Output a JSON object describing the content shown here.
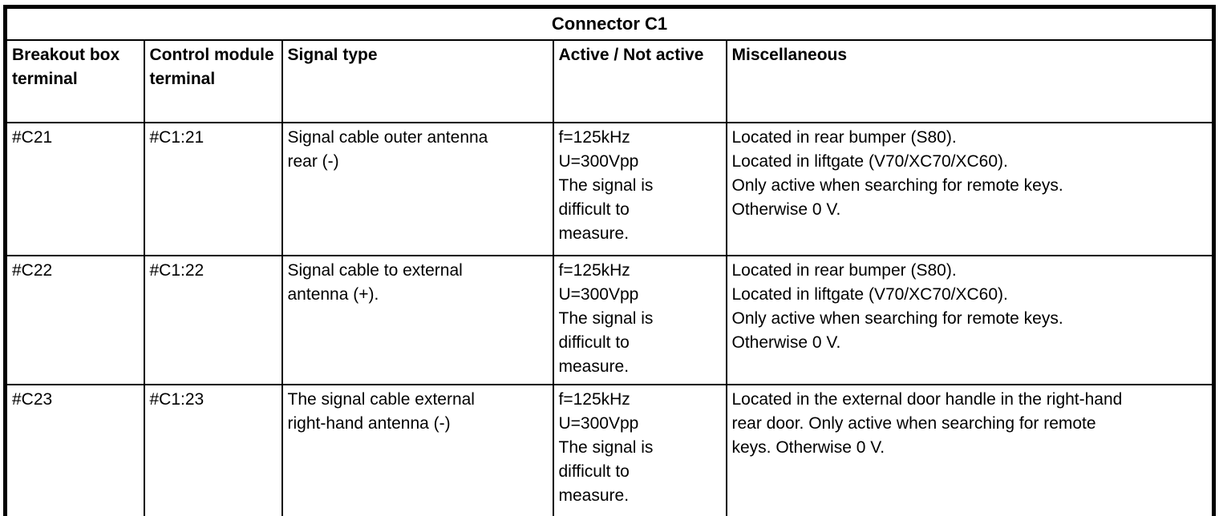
{
  "table": {
    "title": "Connector C1",
    "columns": [
      "Breakout box terminal",
      "Control module terminal",
      "Signal type",
      "Active / Not active",
      "Miscellaneous"
    ],
    "rows": [
      {
        "breakout_terminal": "#C21",
        "module_terminal": "#C1:21",
        "signal_type": "Signal cable outer antenna\nrear (-)",
        "active": "f=125kHz\nU=300Vpp\nThe signal is\ndifficult to\nmeasure.",
        "misc": "Located in rear bumper (S80).\nLocated in liftgate (V70/XC70/XC60).\nOnly active when searching for remote keys.\nOtherwise 0 V."
      },
      {
        "breakout_terminal": "#C22",
        "module_terminal": "#C1:22",
        "signal_type": "Signal cable to external\nantenna (+).",
        "active": "f=125kHz\nU=300Vpp\nThe signal is\ndifficult to\nmeasure.",
        "misc": "Located in rear bumper (S80).\nLocated in liftgate (V70/XC70/XC60).\nOnly active when searching for remote keys.\nOtherwise 0 V."
      },
      {
        "breakout_terminal": "#C23",
        "module_terminal": "#C1:23",
        "signal_type": "The signal cable external\nright-hand antenna (-)",
        "active": "f=125kHz\nU=300Vpp\nThe signal is\ndifficult to\nmeasure.",
        "misc": "Located in the external door handle in the right-hand\nrear door. Only active when searching for remote\nkeys. Otherwise 0 V."
      }
    ]
  }
}
